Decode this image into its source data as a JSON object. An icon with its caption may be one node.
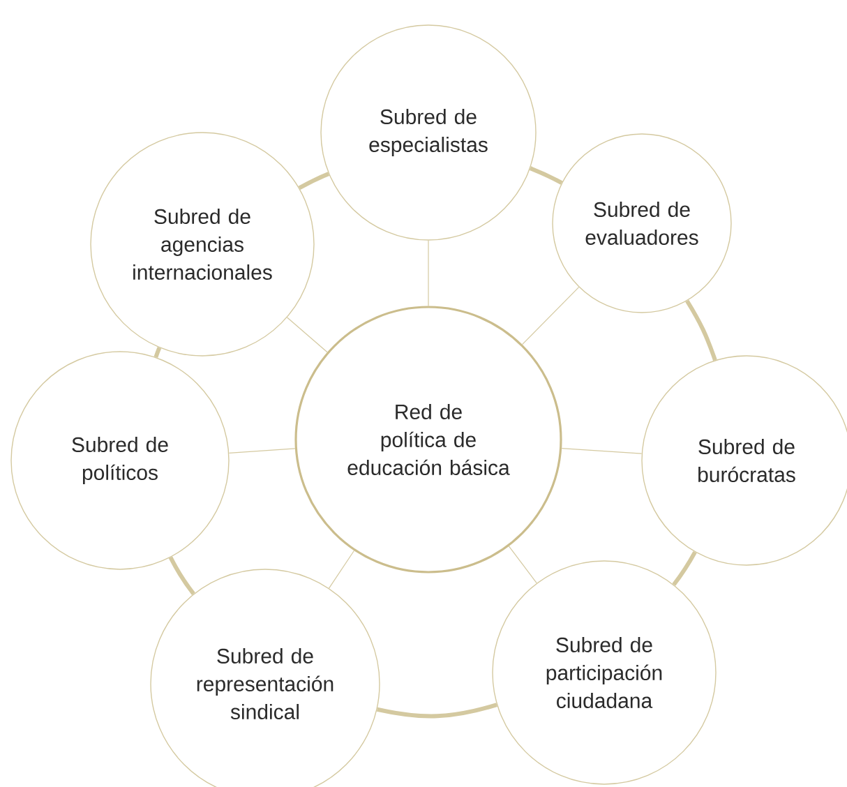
{
  "diagram": {
    "nodes": [
      {
        "text": [
          "Red de política de educación básica"
        ]
      },
      {
        "text": [
          "Subred de especialistas"
        ]
      },
      {
        "text": [
          "Subred de evaluadores"
        ]
      },
      {
        "text": [
          "Subred de burócratas"
        ]
      },
      {
        "text": [
          "Subred de participación ciudadana"
        ]
      },
      {
        "text": [
          "Subred de representación sindical"
        ]
      },
      {
        "text": [
          "Subred de políticos"
        ]
      },
      {
        "text": [
          "Subred de agencias internacionales"
        ]
      }
    ],
    "edges": [
      {
        "from": 0,
        "to": 1,
        "arrow": "none"
      },
      {
        "from": 0,
        "to": 2,
        "arrow": "none"
      },
      {
        "from": 0,
        "to": 3,
        "arrow": "none"
      },
      {
        "from": 0,
        "to": 4,
        "arrow": "none"
      },
      {
        "from": 0,
        "to": 5,
        "arrow": "none"
      },
      {
        "from": 0,
        "to": 6,
        "arrow": "none"
      },
      {
        "from": 0,
        "to": 7,
        "arrow": "none"
      },
      {
        "from": 1,
        "to": 2,
        "arrow": "none",
        "style": "thick"
      },
      {
        "from": 2,
        "to": 3,
        "arrow": "none",
        "style": "thick"
      },
      {
        "from": 3,
        "to": 4,
        "arrow": "none",
        "style": "thick"
      },
      {
        "from": 4,
        "to": 5,
        "arrow": "none",
        "style": "thick"
      },
      {
        "from": 5,
        "to": 6,
        "arrow": "none",
        "style": "thick"
      },
      {
        "from": 6,
        "to": 7,
        "arrow": "none",
        "style": "thick"
      },
      {
        "from": 7,
        "to": 1,
        "arrow": "none",
        "style": "thick"
      }
    ]
  }
}
